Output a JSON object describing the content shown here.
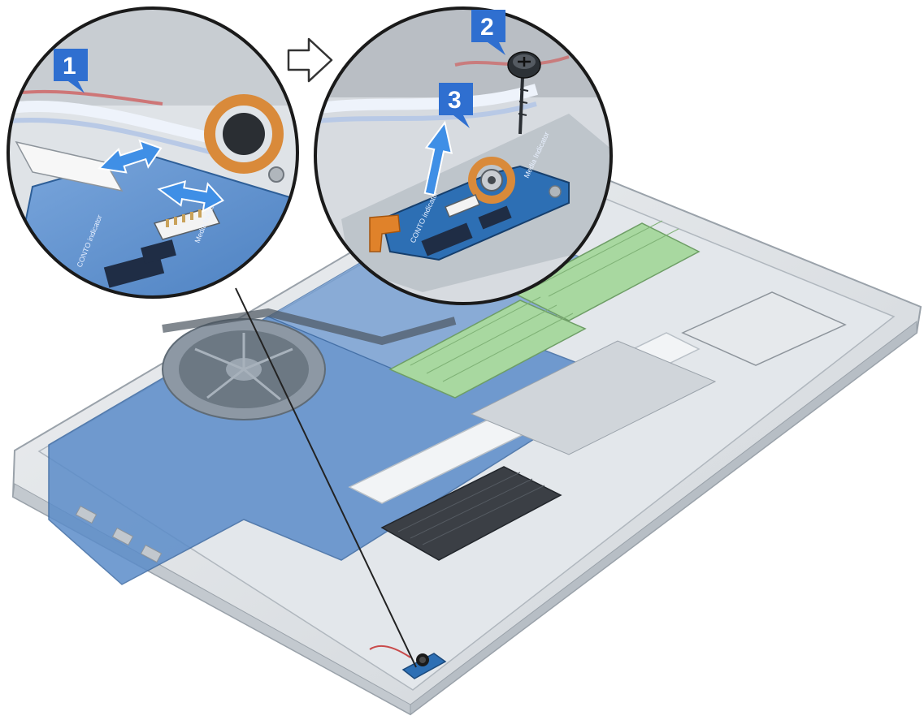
{
  "steps": [
    {
      "label": "1"
    },
    {
      "label": "2"
    },
    {
      "label": "3"
    }
  ],
  "icons": {
    "step_arrow": "arrow-right-outline-icon",
    "screw": "screw-icon",
    "lift_arrow": "up-arrow-icon",
    "slide_arrow": "double-arrow-icon"
  },
  "colors": {
    "badge": "#2f6fd0",
    "board": "#2d6fb4",
    "callout_arrow": "#3f8fe6",
    "chassis": "#d9dde2",
    "motherboard": "#5b8cc9",
    "memory": "#a8d8a0",
    "copper_ring": "#d98a3a"
  }
}
